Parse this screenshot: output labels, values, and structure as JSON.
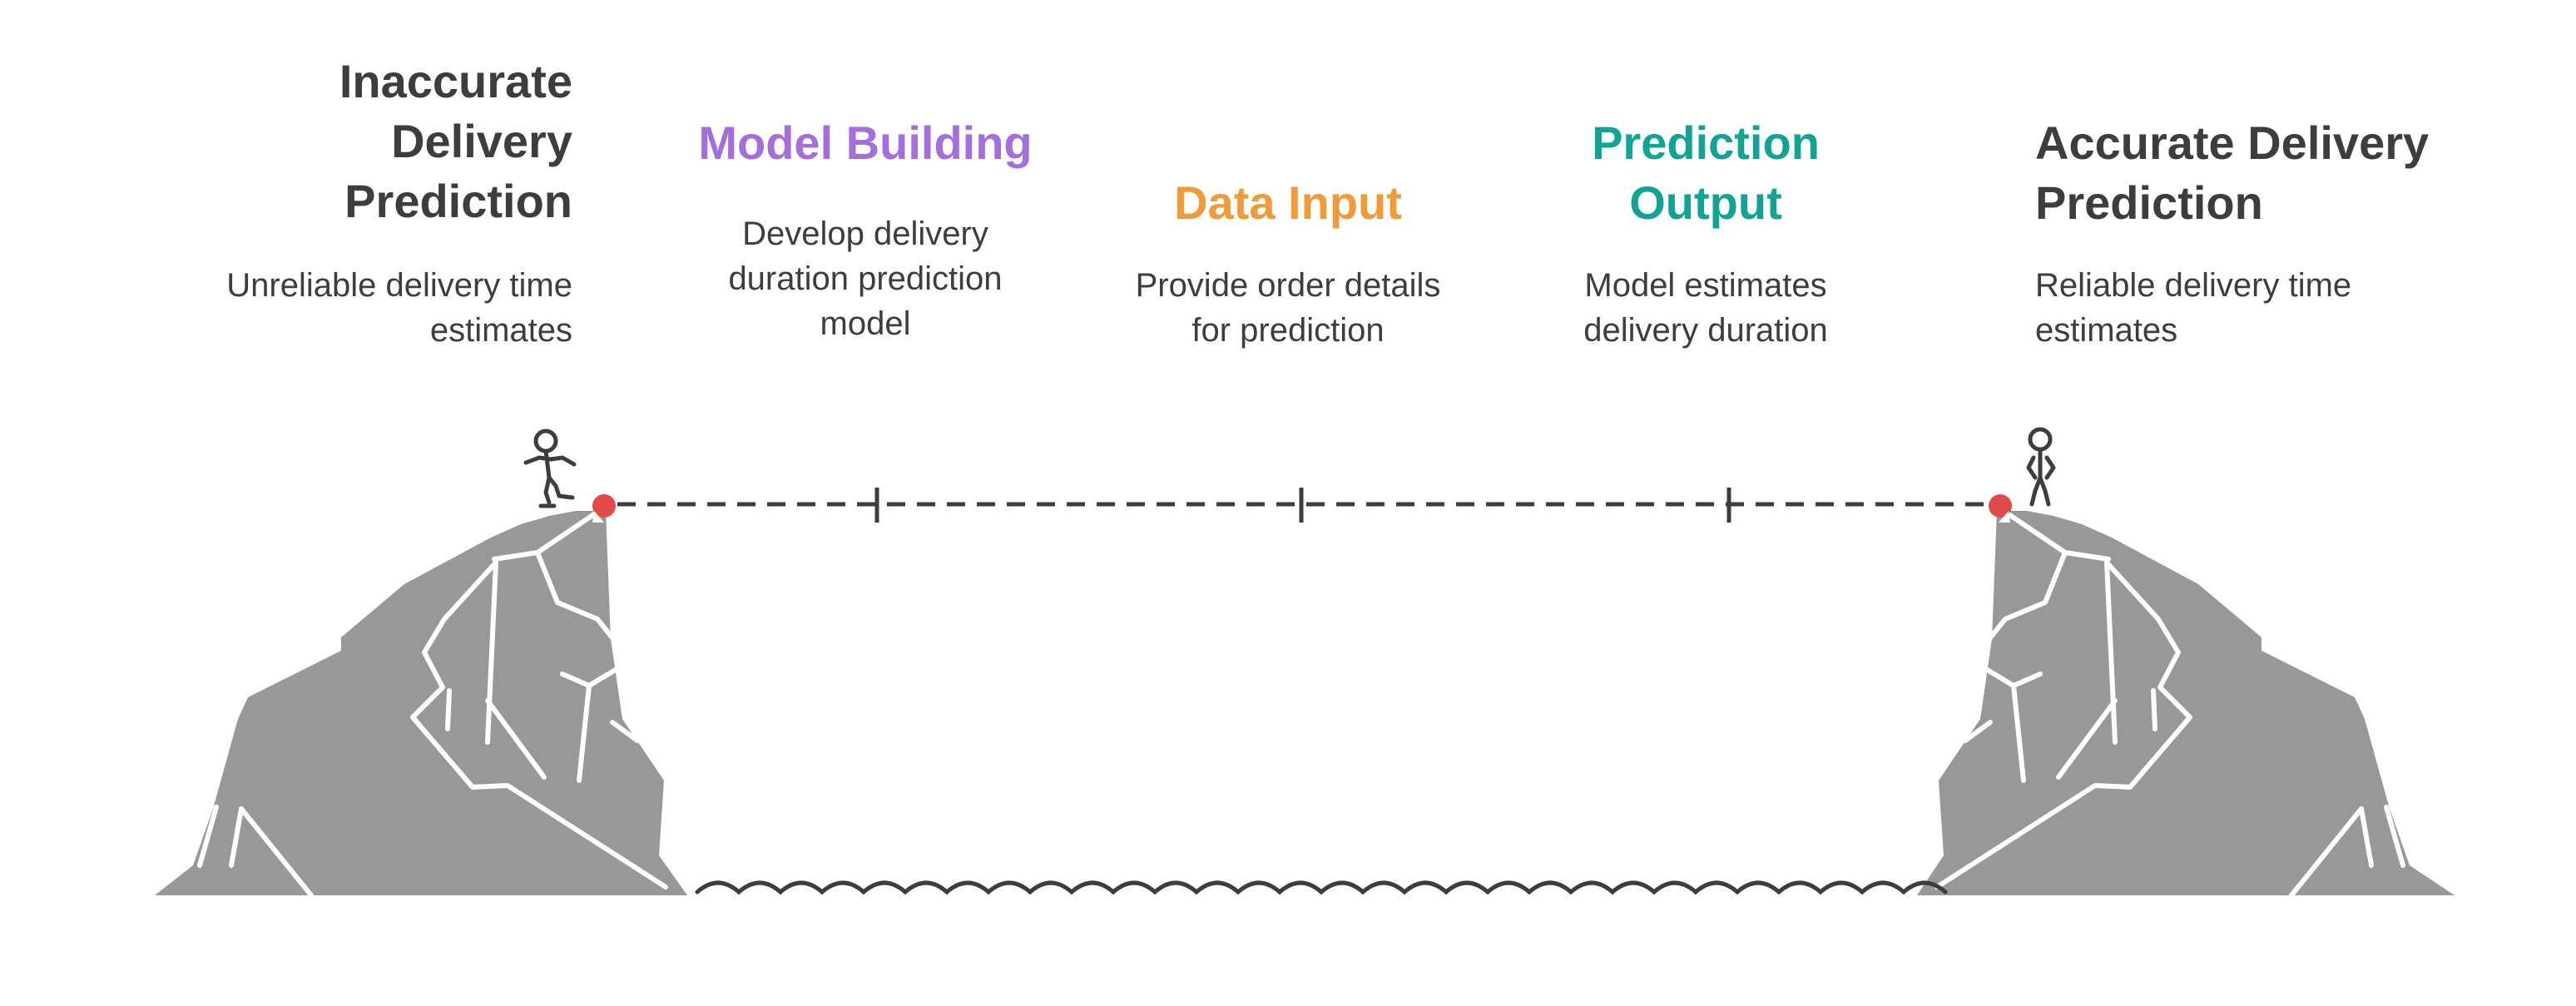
{
  "colors": {
    "dark": "#3d3d3d",
    "purple": "#a46fdc",
    "orange": "#f19a38",
    "teal": "#10a396",
    "rock": "#989898",
    "marker": "#e14a48"
  },
  "stages": [
    {
      "id": "start",
      "title": "Inaccurate\nDelivery\nPrediction",
      "description": "Unreliable delivery time\nestimates",
      "color": "#3d3d3d"
    },
    {
      "id": "model-building",
      "title": "Model Building",
      "description": "Develop delivery\nduration prediction\nmodel",
      "color": "#a46fdc"
    },
    {
      "id": "data-input",
      "title": "Data Input",
      "description": "Provide order details\nfor prediction",
      "color": "#f19a38"
    },
    {
      "id": "prediction-output",
      "title": "Prediction\nOutput",
      "description": "Model estimates\ndelivery duration",
      "color": "#10a396"
    },
    {
      "id": "end",
      "title": "Accurate Delivery\nPrediction",
      "description": "Reliable delivery time\nestimates",
      "color": "#3d3d3d"
    }
  ],
  "icons": {
    "left_figure": "walking-stick-figure-icon",
    "right_figure": "standing-stick-figure-icon",
    "water": "wave-icon"
  }
}
